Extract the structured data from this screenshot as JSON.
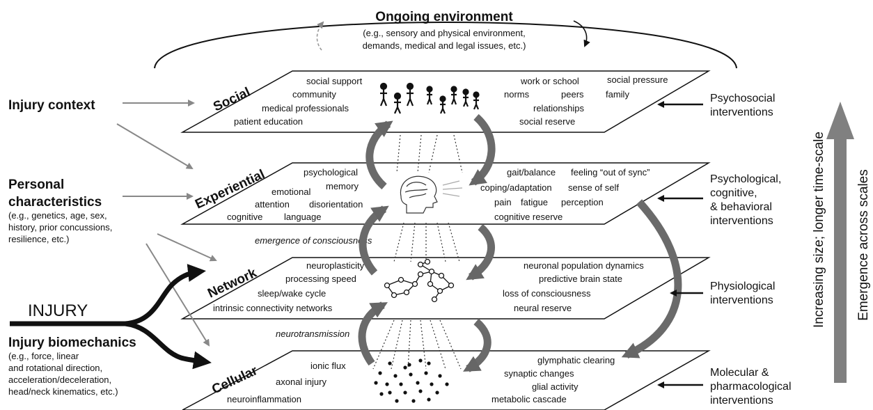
{
  "environment": {
    "title": "Ongoing environment",
    "desc1": "(e.g., sensory and physical environment,",
    "desc2": "demands, medical and legal issues, etc.)"
  },
  "left": {
    "injury_context": "Injury context",
    "personal_title1": "Personal",
    "personal_title2": "characteristics",
    "personal_desc1": "(e.g., genetics, age, sex,",
    "personal_desc2": "history, prior concussions,",
    "personal_desc3": "resilience, etc.)",
    "injury": "INJURY",
    "biomech_title": "Injury biomechanics",
    "biomech_desc1": "(e.g., force, linear",
    "biomech_desc2": "and rotational direction,",
    "biomech_desc3": "acceleration/deceleration,",
    "biomech_desc4": "head/neck kinematics, etc.)"
  },
  "levels": {
    "social": {
      "label": "Social",
      "items": [
        "social support",
        "community",
        "medical professionals",
        "patient education",
        "work or school",
        "social pressure",
        "norms",
        "peers",
        "family",
        "relationships",
        "social reserve"
      ]
    },
    "experiential": {
      "label": "Experiential",
      "items": [
        "psychological",
        "memory",
        "emotional",
        "attention",
        "disorientation",
        "cognitive",
        "language",
        "gait/balance",
        "feeling “out of sync”",
        "coping/adaptation",
        "sense of self",
        "pain",
        "fatigue",
        "perception",
        "cognitive reserve"
      ]
    },
    "network": {
      "label": "Network",
      "items": [
        "neuroplasticity",
        "processing speed",
        "sleep/wake cycle",
        "intrinsic connectivity networks",
        "neuronal population dynamics",
        "predictive brain state",
        "loss of consciousness",
        "neural reserve"
      ]
    },
    "cellular": {
      "label": "Cellular",
      "items": [
        "ionic flux",
        "axonal injury",
        "neuroinflammation",
        "glymphatic clearing",
        "synaptic changes",
        "glial activity",
        "metabolic cascade"
      ]
    }
  },
  "between": {
    "emergence_consciousness": "emergence of consciousness",
    "neurotransmission": "neurotransmission"
  },
  "interventions": {
    "psychosocial1": "Psychosocial",
    "psychosocial2": "interventions",
    "psych1": "Psychological,",
    "psych2": "cognitive,",
    "psych3": "& behavioral",
    "psych4": "interventions",
    "physio1": "Physiological",
    "physio2": "interventions",
    "molec1": "Molecular &",
    "molec2": "pharmacological",
    "molec3": "interventions"
  },
  "right_axis": {
    "size_label": "Increasing size; longer time-scale",
    "emergence_label": "Emergence across scales"
  }
}
